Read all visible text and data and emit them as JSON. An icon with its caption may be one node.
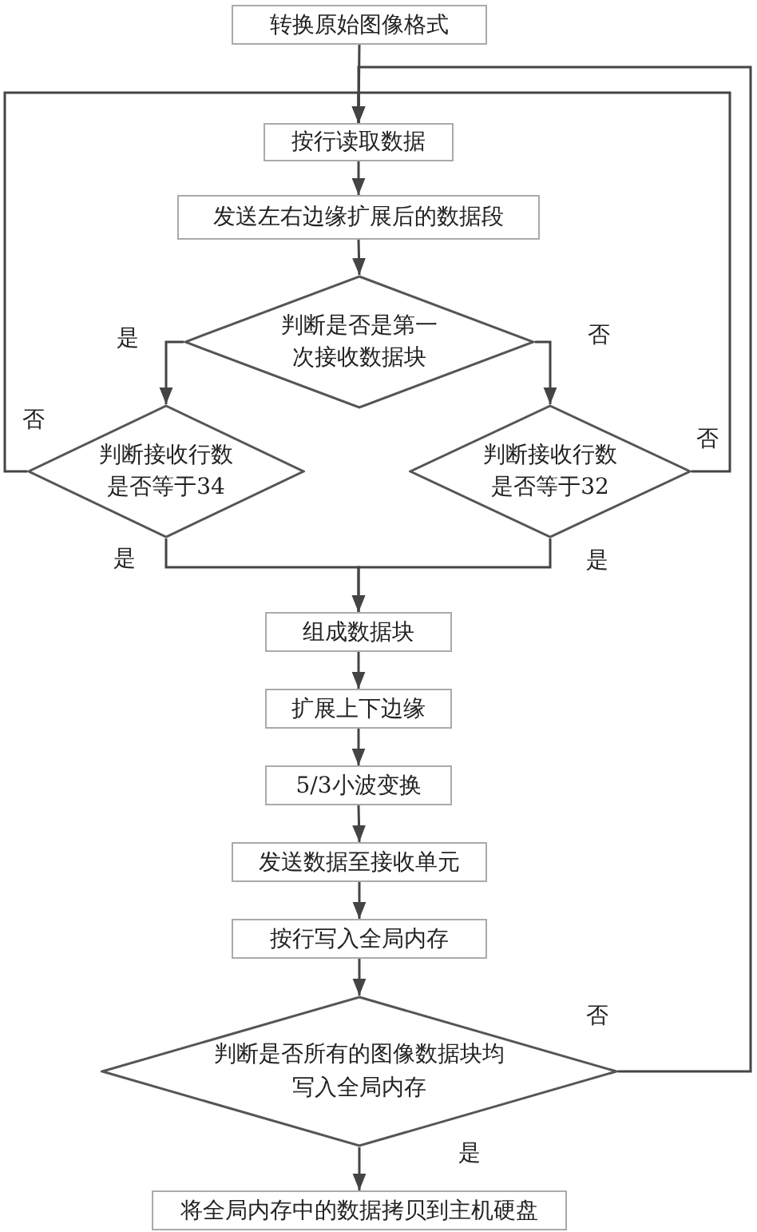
{
  "diagram": {
    "nodes": [
      {
        "text": [
          "转换原始图像格式"
        ]
      },
      {
        "text": [
          "按行读取数据"
        ]
      },
      {
        "text": [
          "发送左右边缘扩展后的数据段"
        ]
      },
      {
        "text": [
          "判断是否是第一次接收数据块"
        ]
      },
      {
        "text": [
          "判断接收行数是否等于34"
        ]
      },
      {
        "text": [
          "判断接收行数是否等于32"
        ]
      },
      {
        "text": [
          "组成数据块"
        ]
      },
      {
        "text": [
          "扩展上下边缘"
        ]
      },
      {
        "text": [
          "5/3小波变换"
        ]
      },
      {
        "text": [
          "发送数据至接收单元"
        ]
      },
      {
        "text": [
          "按行写入全局内存"
        ]
      },
      {
        "text": [
          "判断是否所有的图像数据块均写入全局内存"
        ]
      },
      {
        "text": [
          "将全局内存中的数据拷贝到主机硬盘"
        ]
      }
    ],
    "edges": [
      {
        "from": 0,
        "to": 1,
        "arrow": "to"
      },
      {
        "from": 1,
        "to": 2,
        "arrow": "to"
      },
      {
        "from": 2,
        "to": 3,
        "arrow": "to"
      },
      {
        "from": 3,
        "to": 4,
        "arrow": "to",
        "label": "是"
      },
      {
        "from": 3,
        "to": 5,
        "arrow": "to",
        "label": "否"
      },
      {
        "from": 4,
        "to": 1,
        "arrow": "to",
        "label": "否"
      },
      {
        "from": 5,
        "to": 1,
        "arrow": "to",
        "label": "否"
      },
      {
        "from": 4,
        "to": 6,
        "arrow": "to",
        "label": "是"
      },
      {
        "from": 5,
        "to": 6,
        "arrow": "to",
        "label": "是"
      },
      {
        "from": 6,
        "to": 7,
        "arrow": "to"
      },
      {
        "from": 7,
        "to": 8,
        "arrow": "to"
      },
      {
        "from": 8,
        "to": 9,
        "arrow": "to"
      },
      {
        "from": 9,
        "to": 10,
        "arrow": "to"
      },
      {
        "from": 10,
        "to": 11,
        "arrow": "to"
      },
      {
        "from": 11,
        "to": 1,
        "arrow": "to",
        "label": "否"
      },
      {
        "from": 11,
        "to": 12,
        "arrow": "to",
        "label": "是"
      }
    ]
  }
}
